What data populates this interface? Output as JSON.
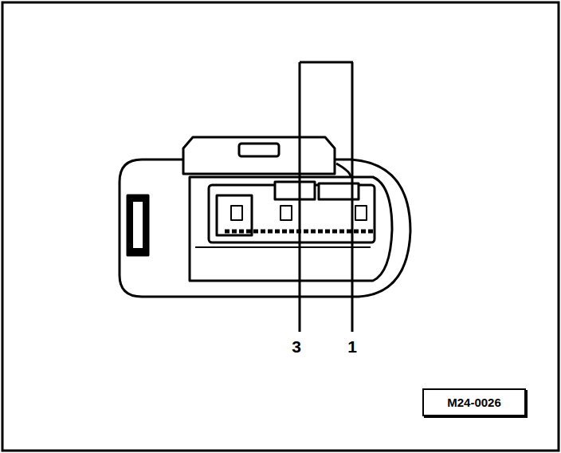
{
  "diagram": {
    "nodes": [
      {
        "text": [
          "M24-0026"
        ]
      }
    ],
    "labels": [
      "3",
      "1"
    ]
  }
}
